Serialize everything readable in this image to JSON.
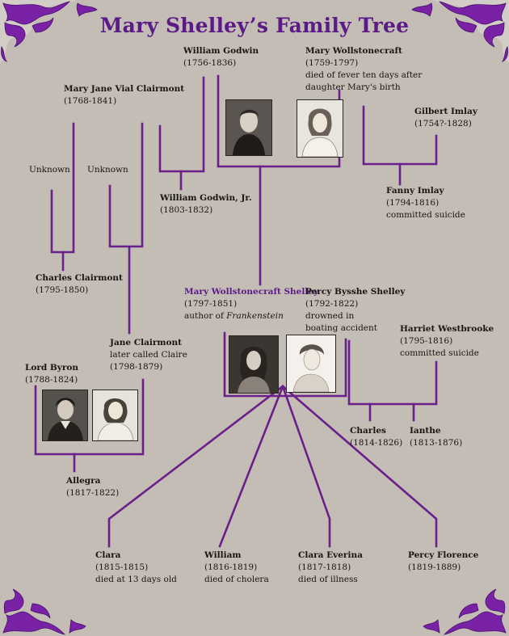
{
  "title": "Mary Shelley’s Family Tree",
  "colors": {
    "accent": "#5c1a86",
    "line": "#6a1f8a",
    "background": "#c3bdb5"
  },
  "people": {
    "william_godwin": {
      "name": "William Godwin",
      "dates": "(1756-1836)"
    },
    "mary_wollstonecraft": {
      "name": "Mary Wollstonecraft",
      "dates": "(1759-1797)",
      "note1": "died of fever ten days after",
      "note2": "daughter Mary's birth"
    },
    "mary_jane": {
      "name": "Mary Jane Vial Clairmont",
      "dates": "(1768-1841)"
    },
    "gilbert_imlay": {
      "name": "Gilbert Imlay",
      "dates": "(1754?-1828)"
    },
    "unknown_1": {
      "name": "Unknown"
    },
    "unknown_2": {
      "name": "Unknown"
    },
    "godwin_jr": {
      "name": "William Godwin, Jr.",
      "dates": "(1803-1832)"
    },
    "fanny_imlay": {
      "name": "Fanny Imlay",
      "dates": "(1794-1816)",
      "note": "committed suicide"
    },
    "charles_clairmont": {
      "name": "Charles Clairmont",
      "dates": "(1795-1850)"
    },
    "mary_shelley": {
      "name": "Mary Wollstonecraft Shelley",
      "dates": "(1797-1851)",
      "note_prefix": "author of ",
      "note_italic": "Frankenstein"
    },
    "percy_shelley": {
      "name": "Percy Bysshe Shelley",
      "dates": "(1792-1822)",
      "note1": "drowned in",
      "note2": "boating accident"
    },
    "harriet_westbrooke": {
      "name": "Harriet Westbrooke",
      "dates": "(1795-1816)",
      "note": "committed suicide"
    },
    "jane_clairmont": {
      "name": "Jane Clairmont",
      "note": "later called Claire",
      "dates": "(1798-1879)"
    },
    "lord_byron": {
      "name": "Lord Byron",
      "dates": "(1788-1824)"
    },
    "charles_shelley": {
      "name": "Charles",
      "dates": "(1814-1826)"
    },
    "ianthe": {
      "name": "Ianthe",
      "dates": "(1813-1876)"
    },
    "allegra": {
      "name": "Allegra",
      "dates": "(1817-1822)"
    },
    "clara": {
      "name": "Clara",
      "dates": "(1815-1815)",
      "note": "died at 13 days old"
    },
    "william": {
      "name": "William",
      "dates": "(1816-1819)",
      "note": "died of cholera"
    },
    "clara_everina": {
      "name": "Clara Everina",
      "dates": "(1817-1818)",
      "note": "died of illness"
    },
    "percy_florence": {
      "name": "Percy Florence",
      "dates": "(1819-1889)"
    }
  },
  "icons": {
    "corner": "purple-flourish-ornament",
    "portrait": "engraved-portrait"
  }
}
